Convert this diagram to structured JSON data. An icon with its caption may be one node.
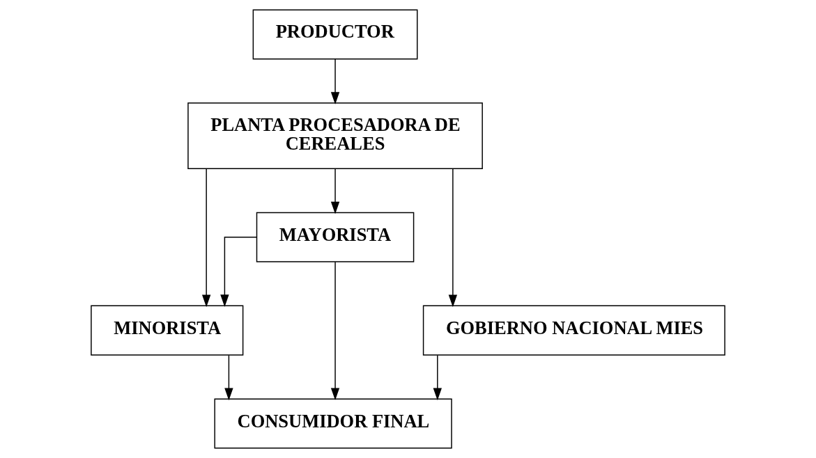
{
  "diagram": {
    "nodes": [
      {
        "text": [
          "PRODUCTOR"
        ]
      },
      {
        "text": [
          "PLANTA PROCESADORA DE CEREALES"
        ]
      },
      {
        "text": [
          "MAYORISTA"
        ]
      },
      {
        "text": [
          "MINORISTA"
        ]
      },
      {
        "text": [
          "GOBIERNO NACIONAL MIES"
        ]
      },
      {
        "text": [
          "CONSUMIDOR FINAL"
        ]
      }
    ],
    "edges": [
      {
        "from": 0,
        "to": 1,
        "arrow": "to"
      },
      {
        "from": 1,
        "to": 2,
        "arrow": "to"
      },
      {
        "from": 1,
        "to": 3,
        "arrow": "to"
      },
      {
        "from": 1,
        "to": 4,
        "arrow": "to"
      },
      {
        "from": 2,
        "to": 3,
        "arrow": "to"
      },
      {
        "from": 2,
        "to": 5,
        "arrow": "to"
      },
      {
        "from": 3,
        "to": 5,
        "arrow": "to"
      },
      {
        "from": 4,
        "to": 5,
        "arrow": "to"
      }
    ]
  }
}
